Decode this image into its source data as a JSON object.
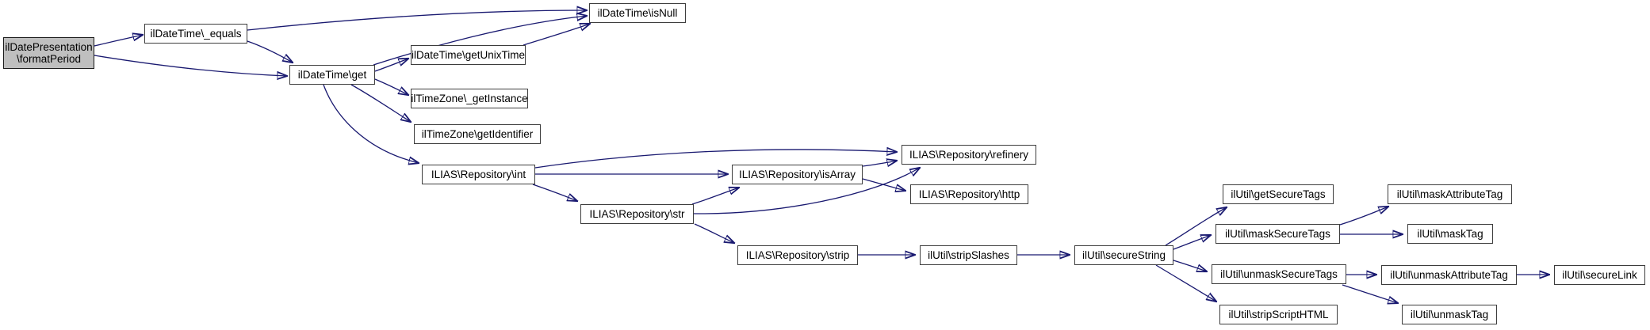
{
  "diagram": {
    "type": "call-graph",
    "root_function": "ilDatePresentation\\formatPeriod",
    "colors": {
      "background": "#ffffff",
      "edge": "#191970",
      "node_fill": "#ffffff",
      "node_border": "#3d3d3d",
      "root_node_fill": "#bfbfbf",
      "text": "#000000"
    },
    "nodes": [
      {
        "label": "ilDatePresentation\\formatPeriod",
        "lines": [
          "ilDatePresentation",
          "\\formatPeriod"
        ],
        "highlighted": true
      },
      {
        "label": "ilDateTime\\_equals"
      },
      {
        "label": "ilDateTime\\isNull"
      },
      {
        "label": "ilDateTime\\get"
      },
      {
        "label": "ilDateTime\\getUnixTime"
      },
      {
        "label": "ilTimeZone\\_getInstance"
      },
      {
        "label": "ilTimeZone\\getIdentifier"
      },
      {
        "label": "ILIAS\\Repository\\int"
      },
      {
        "label": "ILIAS\\Repository\\isArray"
      },
      {
        "label": "ILIAS\\Repository\\refinery"
      },
      {
        "label": "ILIAS\\Repository\\http"
      },
      {
        "label": "ILIAS\\Repository\\str"
      },
      {
        "label": "ILIAS\\Repository\\strip"
      },
      {
        "label": "ilUtil\\stripSlashes"
      },
      {
        "label": "ilUtil\\secureString"
      },
      {
        "label": "ilUtil\\getSecureTags"
      },
      {
        "label": "ilUtil\\maskSecureTags"
      },
      {
        "label": "ilUtil\\maskAttributeTag"
      },
      {
        "label": "ilUtil\\maskTag"
      },
      {
        "label": "ilUtil\\unmaskSecureTags"
      },
      {
        "label": "ilUtil\\unmaskAttributeTag"
      },
      {
        "label": "ilUtil\\secureLink"
      },
      {
        "label": "ilUtil\\stripScriptHTML"
      },
      {
        "label": "ilUtil\\unmaskTag"
      }
    ],
    "edges": [
      {
        "from": "ilDatePresentation\\formatPeriod",
        "to": "ilDateTime\\_equals"
      },
      {
        "from": "ilDatePresentation\\formatPeriod",
        "to": "ilDateTime\\get"
      },
      {
        "from": "ilDateTime\\_equals",
        "to": "ilDateTime\\get"
      },
      {
        "from": "ilDateTime\\_equals",
        "to": "ilDateTime\\isNull"
      },
      {
        "from": "ilDateTime\\get",
        "to": "ilDateTime\\isNull"
      },
      {
        "from": "ilDateTime\\getUnixTime",
        "to": "ilDateTime\\isNull"
      },
      {
        "from": "ilDateTime\\get",
        "to": "ilDateTime\\getUnixTime"
      },
      {
        "from": "ilDateTime\\get",
        "to": "ilTimeZone\\_getInstance"
      },
      {
        "from": "ilDateTime\\get",
        "to": "ilTimeZone\\getIdentifier"
      },
      {
        "from": "ilDateTime\\get",
        "to": "ILIAS\\Repository\\int"
      },
      {
        "from": "ILIAS\\Repository\\int",
        "to": "ILIAS\\Repository\\isArray"
      },
      {
        "from": "ILIAS\\Repository\\int",
        "to": "ILIAS\\Repository\\refinery"
      },
      {
        "from": "ILIAS\\Repository\\int",
        "to": "ILIAS\\Repository\\str"
      },
      {
        "from": "ILIAS\\Repository\\str",
        "to": "ILIAS\\Repository\\isArray"
      },
      {
        "from": "ILIAS\\Repository\\str",
        "to": "ILIAS\\Repository\\refinery"
      },
      {
        "from": "ILIAS\\Repository\\isArray",
        "to": "ILIAS\\Repository\\refinery"
      },
      {
        "from": "ILIAS\\Repository\\isArray",
        "to": "ILIAS\\Repository\\http"
      },
      {
        "from": "ILIAS\\Repository\\str",
        "to": "ILIAS\\Repository\\strip"
      },
      {
        "from": "ILIAS\\Repository\\strip",
        "to": "ilUtil\\stripSlashes"
      },
      {
        "from": "ilUtil\\stripSlashes",
        "to": "ilUtil\\secureString"
      },
      {
        "from": "ilUtil\\secureString",
        "to": "ilUtil\\getSecureTags"
      },
      {
        "from": "ilUtil\\secureString",
        "to": "ilUtil\\maskSecureTags"
      },
      {
        "from": "ilUtil\\secureString",
        "to": "ilUtil\\unmaskSecureTags"
      },
      {
        "from": "ilUtil\\secureString",
        "to": "ilUtil\\stripScriptHTML"
      },
      {
        "from": "ilUtil\\maskSecureTags",
        "to": "ilUtil\\maskAttributeTag"
      },
      {
        "from": "ilUtil\\maskSecureTags",
        "to": "ilUtil\\maskTag"
      },
      {
        "from": "ilUtil\\unmaskSecureTags",
        "to": "ilUtil\\unmaskAttributeTag"
      },
      {
        "from": "ilUtil\\unmaskSecureTags",
        "to": "ilUtil\\unmaskTag"
      },
      {
        "from": "ilUtil\\unmaskAttributeTag",
        "to": "ilUtil\\secureLink"
      }
    ]
  }
}
